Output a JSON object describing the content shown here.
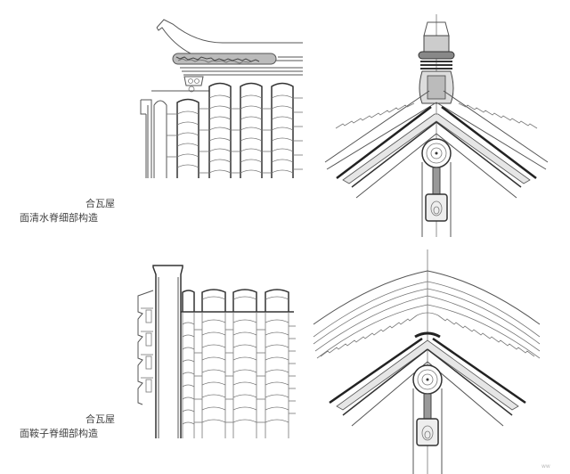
{
  "figure": {
    "background": "#ffffff",
    "line_color": "#555555",
    "panels": [
      {
        "id": "qingshui-ridge",
        "title_line1": "合瓦屋",
        "title_line2": "面清水脊细部构造",
        "views": [
          "elevation",
          "section"
        ]
      },
      {
        "id": "anzi-ridge",
        "title_line1": "合瓦屋",
        "title_line2": "面鞍子脊细部构造",
        "views": [
          "elevation",
          "section"
        ]
      }
    ],
    "watermark": "ww"
  }
}
